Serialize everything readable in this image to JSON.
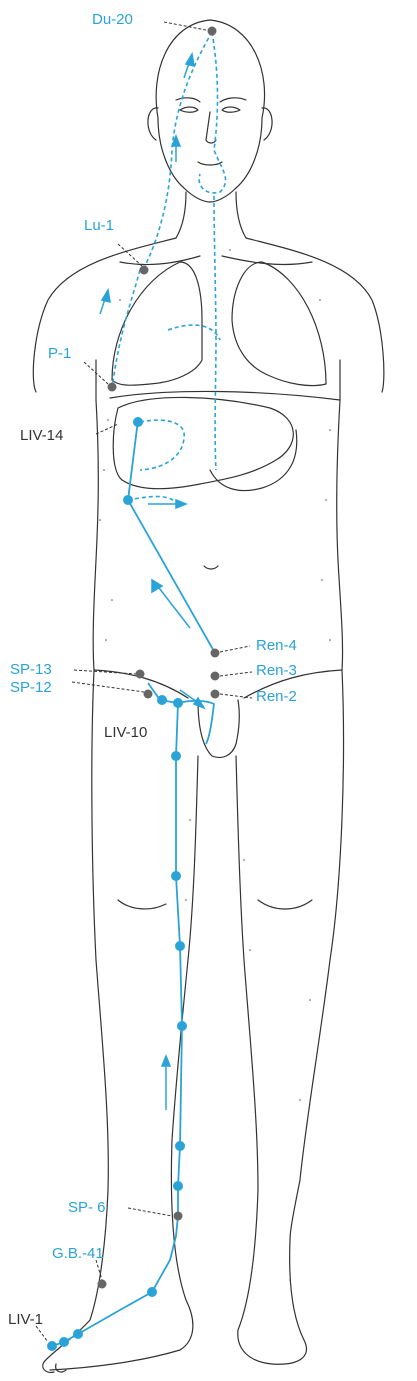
{
  "colors": {
    "channel": "#2aa3d8",
    "reference_point": "#666666",
    "body_outline": "#333333",
    "label_dark": "#333333",
    "label_blue": "#2aa3d8"
  },
  "labels": {
    "du20": "Du-20",
    "lu1": "Lu-1",
    "p1": "P-1",
    "liv14": "LIV-14",
    "ren4": "Ren-4",
    "ren3": "Ren-3",
    "ren2": "Ren-2",
    "sp13": "SP-13",
    "sp12": "SP-12",
    "liv10": "LIV-10",
    "sp6": "SP- 6",
    "gb41": "G.B.-41",
    "liv1": "LIV-1"
  }
}
